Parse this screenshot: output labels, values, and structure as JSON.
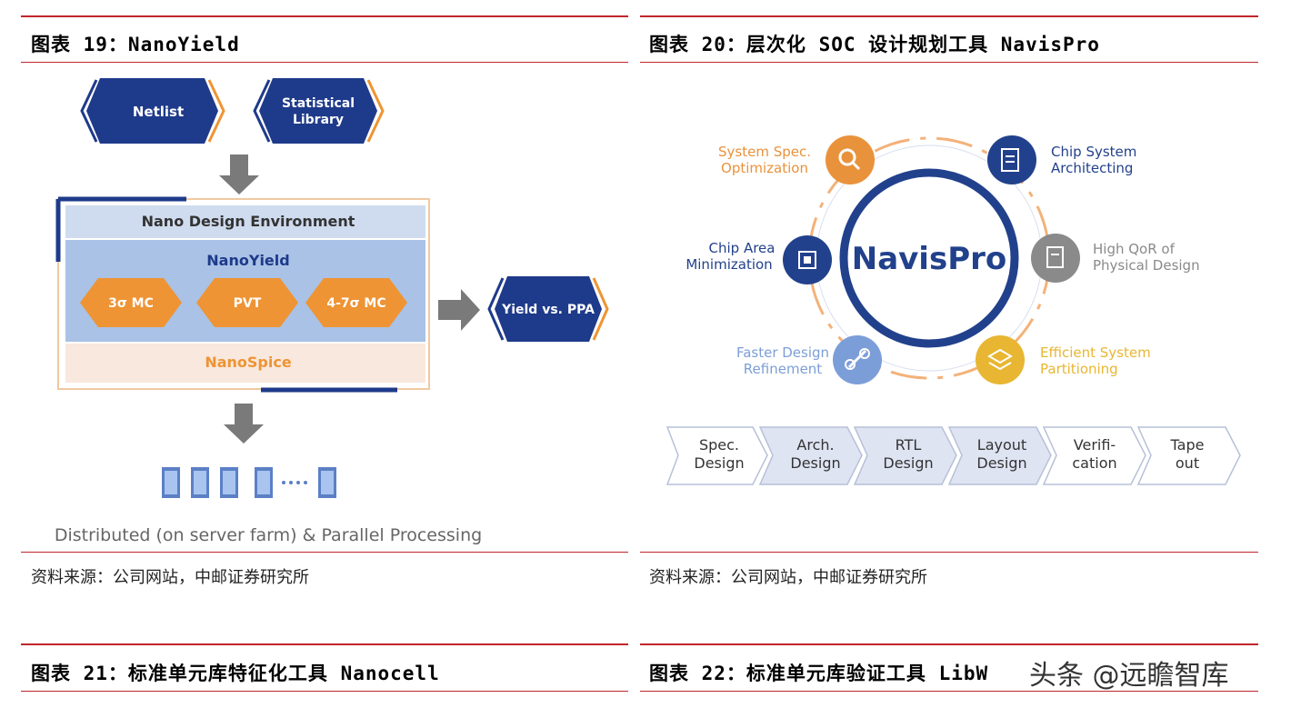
{
  "fig19": {
    "title": "图表 19：NanoYield",
    "source": "资料来源：公司网站，中邮证券研究所",
    "diagram": {
      "inputs": [
        "Netlist",
        "Statistical\nLibrary"
      ],
      "env_label": "Nano Design Environment",
      "nanoyield_label": "NanoYield",
      "methods": [
        "3σ MC",
        "PVT",
        "4-7σ MC"
      ],
      "nanospice_label": "NanoSpice",
      "output": "Yield vs. PPA",
      "footer": "Distributed (on server farm) & Parallel Processing",
      "colors": {
        "navy": "#1e3a8a",
        "orange": "#ee9434",
        "lightblue": "#a9c2e6",
        "peach": "#f8e8de",
        "gray": "#7a7a7a"
      }
    }
  },
  "fig20": {
    "title": "图表 20：层次化 SOC 设计规划工具 NavisPro",
    "source": "资料来源：公司网站，中邮证券研究所",
    "diagram": {
      "center": "NavisPro",
      "nodes": [
        {
          "label": "System Spec.\nOptimization",
          "color": "#e9923c",
          "icon": "magnifier-icon"
        },
        {
          "label": "Chip System\nArchitecting",
          "color": "#22418c",
          "icon": "clipboard-icon"
        },
        {
          "label": "High QoR of\nPhysical Design",
          "color": "#8a8a8a",
          "icon": "document-icon"
        },
        {
          "label": "Efficient System\nPartitioning",
          "color": "#e8b632",
          "icon": "layers-icon"
        },
        {
          "label": "Faster Design\nRefinement",
          "color": "#7c9ed8",
          "icon": "link-icon"
        },
        {
          "label": "Chip Area\nMinimization",
          "color": "#22418c",
          "icon": "chip-icon"
        }
      ],
      "flow": [
        "Spec.\nDesign",
        "Arch.\nDesign",
        "RTL\nDesign",
        "Layout\nDesign",
        "Verifi-\ncation",
        "Tape\nout"
      ]
    }
  },
  "fig21": {
    "title": "图表 21：标准单元库特征化工具 Nanocell"
  },
  "fig22": {
    "title": "图表 22：标准单元库验证工具 LibW"
  },
  "watermark": "头条 @远瞻智库"
}
